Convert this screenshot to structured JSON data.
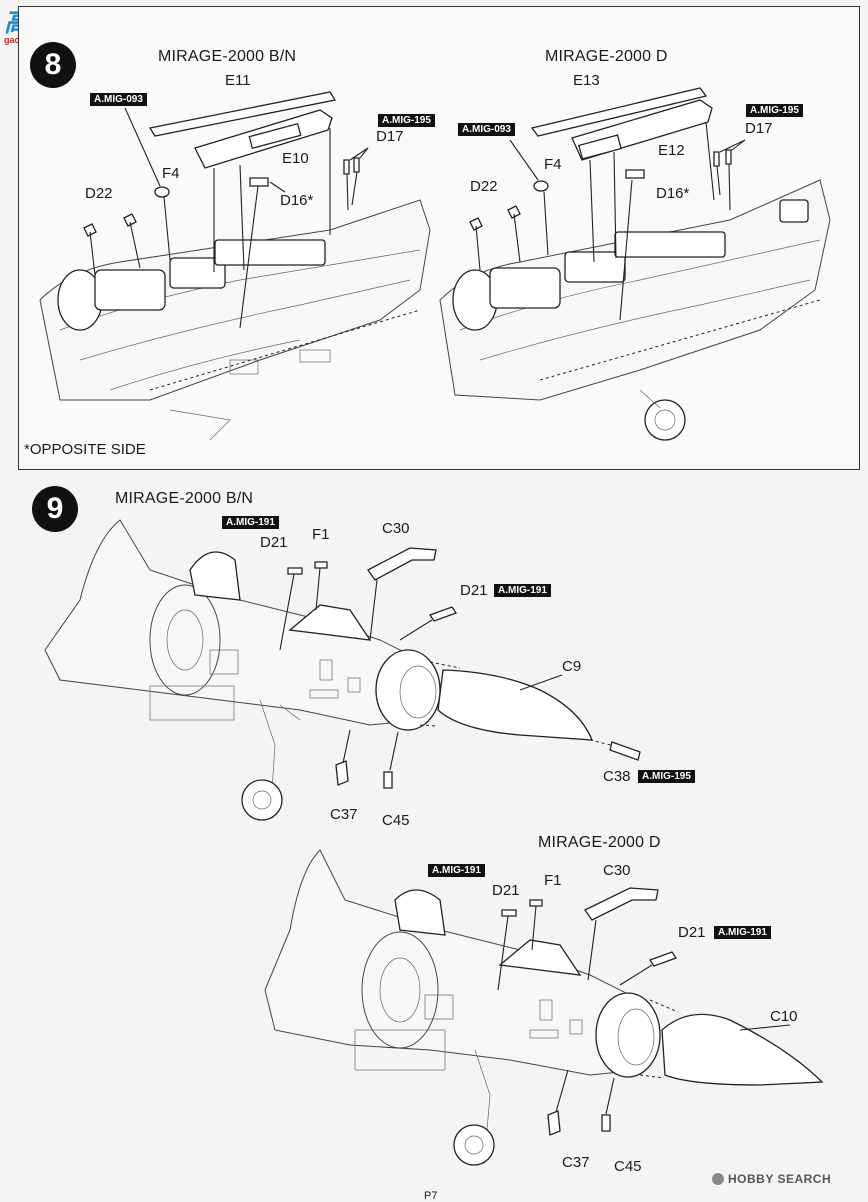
{
  "watermark": {
    "brand": "高手网",
    "url": "gao-shou.com"
  },
  "step8": {
    "number": "8",
    "left": {
      "title": "MIRAGE-2000 B/N",
      "tags": [
        "A.MIG-093",
        "A.MIG-195"
      ],
      "parts": [
        "E11",
        "E10",
        "F4",
        "D22",
        "D16*",
        "D17"
      ]
    },
    "right": {
      "title": "MIRAGE-2000 D",
      "tags": [
        "A.MIG-093",
        "A.MIG-195"
      ],
      "parts": [
        "E13",
        "E12",
        "F4",
        "D22",
        "D16*",
        "D17"
      ]
    },
    "note": "*OPPOSITE SIDE"
  },
  "step9": {
    "number": "9",
    "top": {
      "title": "MIRAGE-2000 B/N",
      "tags": [
        "A.MIG-191",
        "A.MIG-191",
        "A.MIG-195"
      ],
      "parts": [
        "D21",
        "F1",
        "C30",
        "D21",
        "C9",
        "C38",
        "C37",
        "C45"
      ]
    },
    "bottom": {
      "title": "MIRAGE-2000 D",
      "tags": [
        "A.MIG-191",
        "A.MIG-191"
      ],
      "parts": [
        "D21",
        "F1",
        "C30",
        "D21",
        "C10",
        "C37",
        "C45"
      ]
    }
  },
  "footer": {
    "logo": "HOBBY SEARCH",
    "page": "P7"
  }
}
